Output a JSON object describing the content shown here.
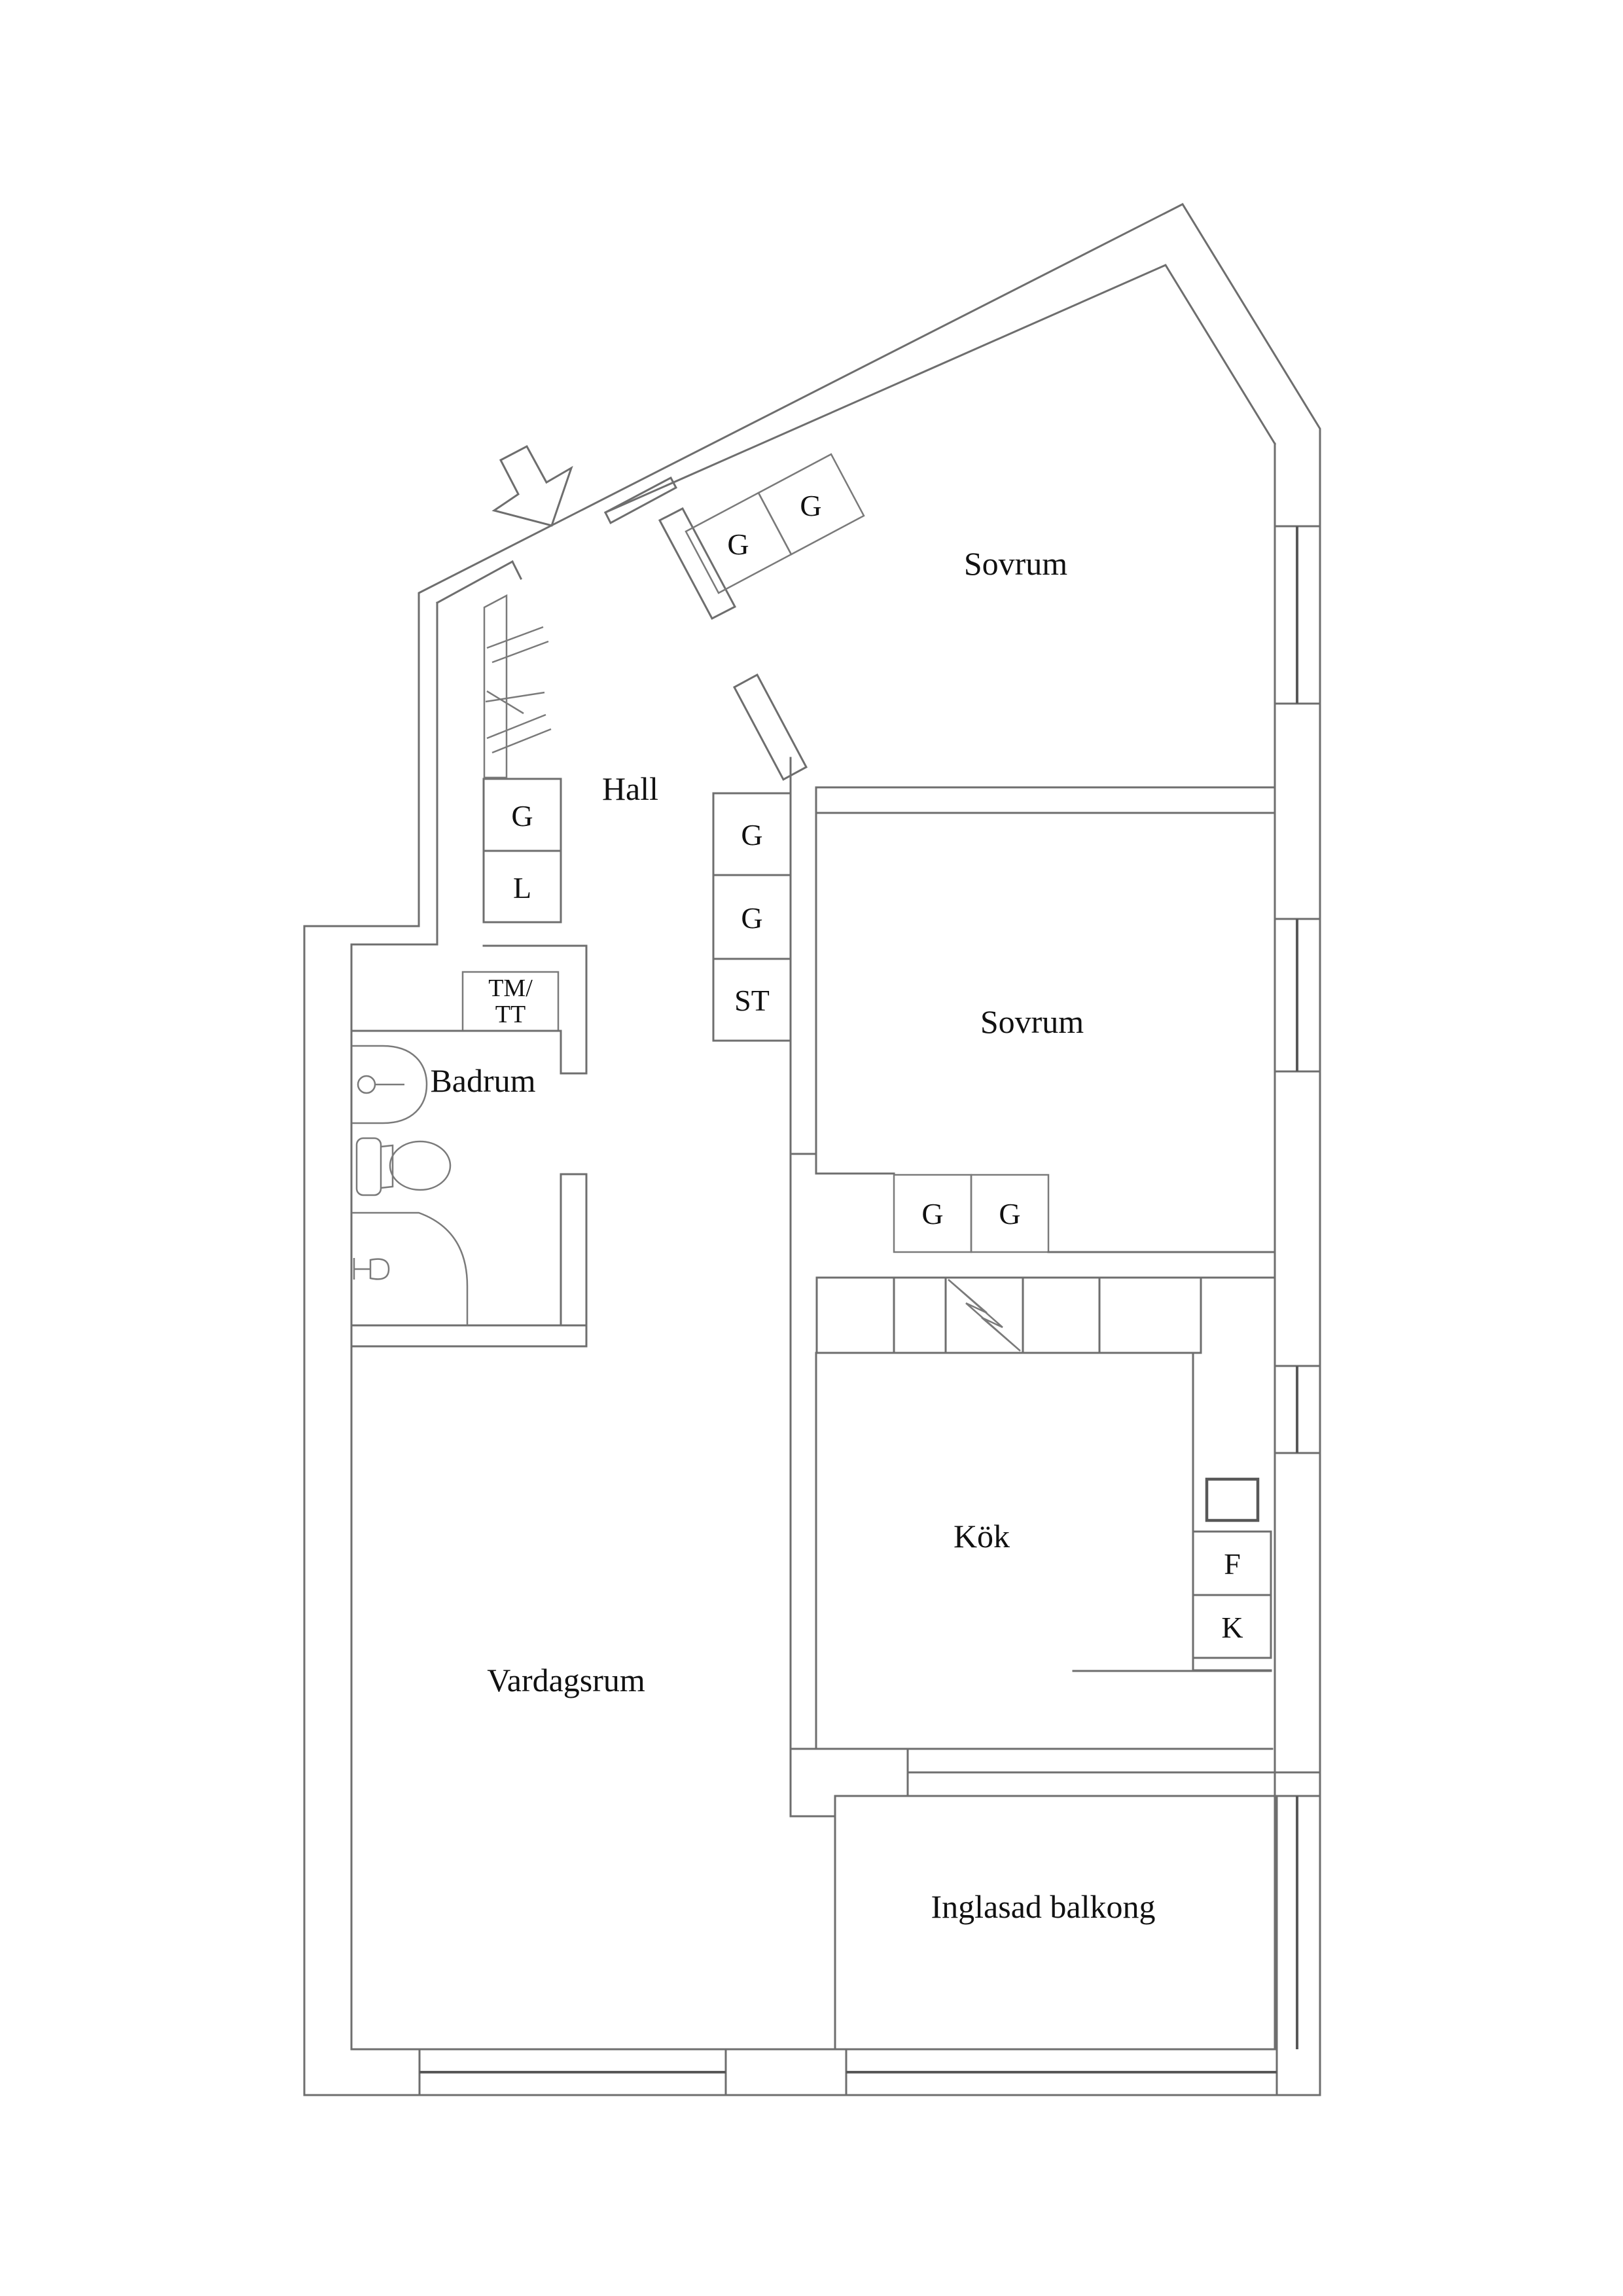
{
  "plan": {
    "colors": {
      "background": "#ffffff",
      "line": "#6e6e6e",
      "text": "#111111"
    },
    "rooms": {
      "bedroom1": "Sovrum",
      "hall": "Hall",
      "bedroom2": "Sovrum",
      "bathroom": "Badrum",
      "kitchen": "Kök",
      "living_room": "Vardagsrum",
      "balcony": "Inglasad balkong"
    },
    "fixtures": {
      "wardrobe": "G",
      "linen_closet": "L",
      "washer_dryer_line1": "TM/",
      "washer_dryer_line2": "TT",
      "storage": "ST",
      "freezer": "F",
      "fridge": "K"
    }
  }
}
